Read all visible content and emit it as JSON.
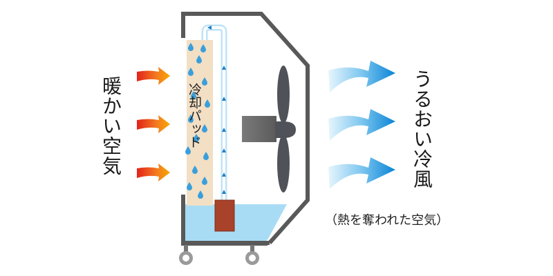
{
  "labels": {
    "warm_air": "暖かい空気",
    "cooling_pad": "冷却パッド",
    "cool_air": "うるおい冷風",
    "note": "（熱を奪われた空気）"
  },
  "colors": {
    "housing": "#595959",
    "water": "#a8dcf5",
    "pad": "#f2dfc4",
    "tube": "#bfe3f6",
    "pump": "#a9422a",
    "motor": "#6e6e6e",
    "fan_blade": "#4f5258",
    "warm_arrow": "#f08c1e",
    "cool_arrow": "#1890d8"
  },
  "icons": {
    "warm_arrow": "warm-air-arrow-icon",
    "cool_arrow": "cool-air-arrow-icon",
    "droplet": "water-droplet-icon",
    "fan": "fan-icon",
    "wheel": "caster-wheel-icon"
  }
}
